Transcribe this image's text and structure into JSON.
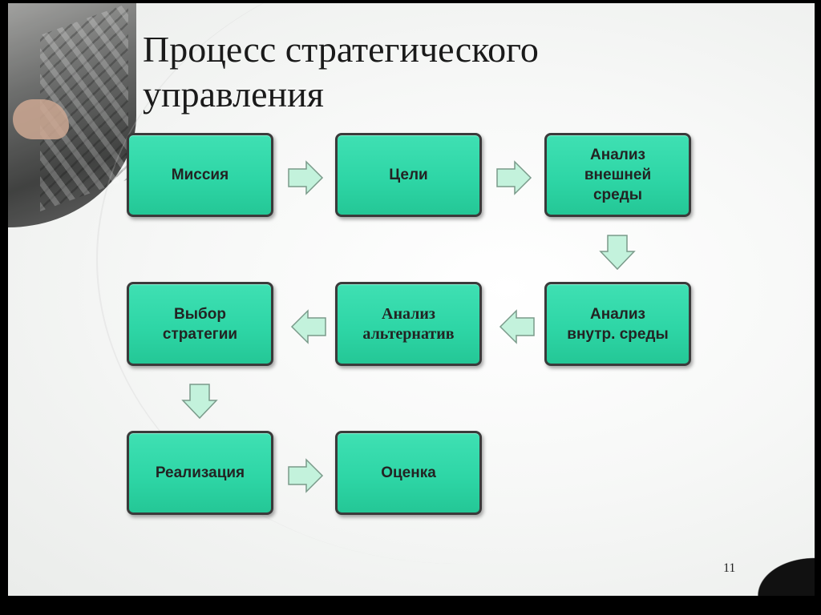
{
  "slide": {
    "title_line1": "Процесс стратегического",
    "title_line2": "управления",
    "page_number": "11"
  },
  "diagram": {
    "nodes": {
      "mission": "Миссия",
      "goals": "Цели",
      "external_analysis": "Анализ\nвнешней\nсреды",
      "internal_analysis": "Анализ\nвнутр. среды",
      "alternatives_analysis": "Анализ\nальтернатив",
      "strategy_choice": "Выбор\nстратегии",
      "implementation": "Реализация",
      "evaluation": "Оценка"
    },
    "colors": {
      "node_fill": "#2ed6a6",
      "node_border": "#3a3a3a",
      "arrow_fill": "#c3f2dc",
      "arrow_stroke": "#7a9a8a"
    }
  }
}
